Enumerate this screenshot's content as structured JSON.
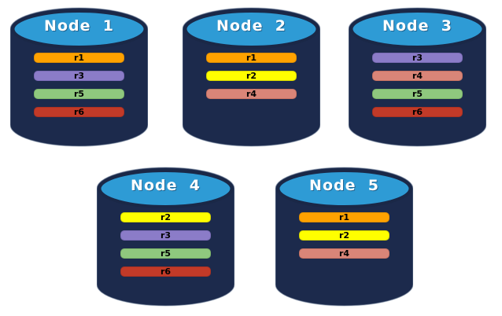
{
  "diagram": {
    "colors": {
      "canvas_bg": "#FFFFFF",
      "cylinder_body": "#1C2A4C",
      "cylinder_top_fill": "#2E9BD5",
      "cylinder_top_border": "#1A2847",
      "node_title_color": "#FFFFFF",
      "bar_text_color": "#000000"
    },
    "replica_palette": {
      "r1": {
        "bg": "#FFA200",
        "border": "#E08E00"
      },
      "r2": {
        "bg": "#FFFF00",
        "border": "#D6D600"
      },
      "r3": {
        "bg": "#8B7CC8",
        "border": "#7A6BB5"
      },
      "r4": {
        "bg": "#D98578",
        "border": "#C47162"
      },
      "r5": {
        "bg": "#8FC87E",
        "border": "#7BB469"
      },
      "r6": {
        "bg": "#C23A28",
        "border": "#A93122"
      }
    },
    "nodes": [
      {
        "label": "Node  1",
        "replicas": [
          "r1",
          "r3",
          "r5",
          "r6"
        ]
      },
      {
        "label": "Node  2",
        "replicas": [
          "r1",
          "r2",
          "r4"
        ]
      },
      {
        "label": "Node  3",
        "replicas": [
          "r3",
          "r4",
          "r5",
          "r6"
        ]
      },
      {
        "label": "Node  4",
        "replicas": [
          "r2",
          "r3",
          "r5",
          "r6"
        ]
      },
      {
        "label": "Node  5",
        "replicas": [
          "r1",
          "r2",
          "r4"
        ]
      }
    ]
  }
}
